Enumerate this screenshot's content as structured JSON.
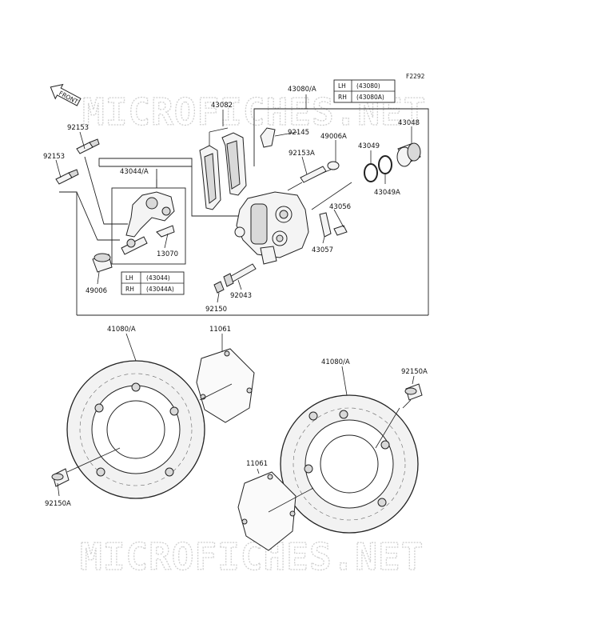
{
  "figure_id": "F2292",
  "watermark": "MICROFICHES.NET",
  "front_arrow": "FRONT",
  "tables": {
    "caliper": {
      "rows": [
        {
          "side": "LH",
          "part": "(43080)"
        },
        {
          "side": "RH",
          "part": "(43080A)"
        }
      ]
    },
    "bracket": {
      "rows": [
        {
          "side": "LH",
          "part": "(43044)"
        },
        {
          "side": "RH",
          "part": "(43044A)"
        }
      ]
    }
  },
  "labels": {
    "p43080A": "43080/A",
    "p43082": "43082",
    "p92145": "92145",
    "p49006A": "49006A",
    "p43048": "43048",
    "p43049": "43049",
    "p43049A": "43049A",
    "p92153A": "92153A",
    "p43056": "43056",
    "p43057": "43057",
    "p43044A": "43044/A",
    "p13070": "13070",
    "p49006": "49006",
    "p92043": "92043",
    "p92150": "92150",
    "p92153_top": "92153",
    "p92153_left": "92153",
    "p41080A_left": "41080/A",
    "p11061_top": "11061",
    "p41080A_right": "41080/A",
    "p92150A_right": "92150A",
    "p92150A_left": "92150A",
    "p11061_bottom": "11061"
  }
}
